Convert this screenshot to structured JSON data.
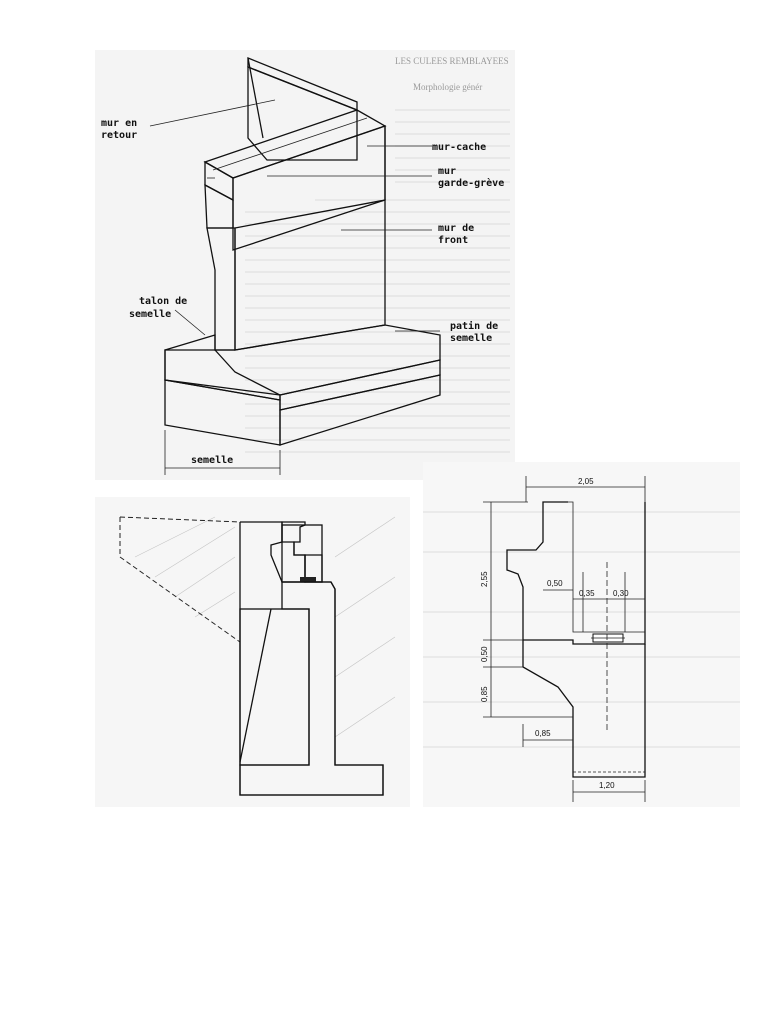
{
  "isometric": {
    "header_faint": "LES CULEES REMBLAYEES",
    "subheader_faint": "Morphologie génér",
    "labels": {
      "mur_en_retour_1": "mur en",
      "mur_en_retour_2": "retour",
      "mur_cache": "mur-cache",
      "mur_garde_greve_1": "mur",
      "mur_garde_greve_2": "garde-grève",
      "mur_de_front_1": "mur de",
      "mur_de_front_2": "front",
      "talon_1": "talon de",
      "talon_2": "semelle",
      "patin_1": "patin de",
      "patin_2": "semelle",
      "semelle": "semelle"
    }
  },
  "section": {},
  "elevation": {
    "dimensions": {
      "top_width": "2,05",
      "height_upper": "2,55",
      "height_mid": "0,50",
      "height_lower": "0,85",
      "wall_050": "0,50",
      "bearing_035": "0,35",
      "bearing_030": "0,30",
      "corbel_085": "0,85",
      "base_width": "1,20"
    }
  },
  "colors": {
    "ink": "#111111",
    "paper": "#ffffff",
    "hatch": "#222222"
  }
}
